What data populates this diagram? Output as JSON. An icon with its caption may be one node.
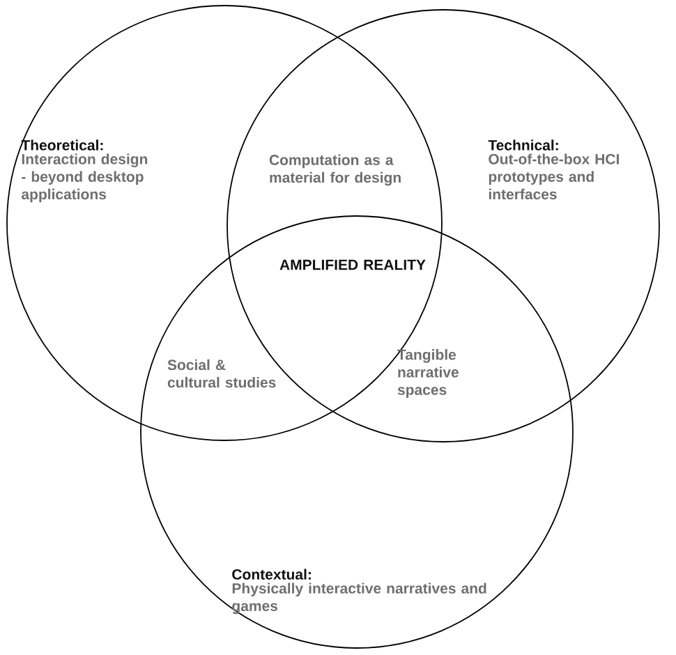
{
  "diagram": {
    "nodes": [
      {
        "text": [
          "Theoretical:",
          "Interaction design - beyond desktop applications"
        ]
      },
      {
        "text": [
          "Technical:",
          "Out-of-the-box HCI prototypes and interfaces"
        ]
      },
      {
        "text": [
          "Contextual:",
          "Physically interactive narratives and games"
        ]
      }
    ],
    "labels": [
      "Computation as a material for design",
      "AMPLIFIED REALITY",
      "Social & cultural studies",
      "Tangible narrative spaces"
    ]
  }
}
